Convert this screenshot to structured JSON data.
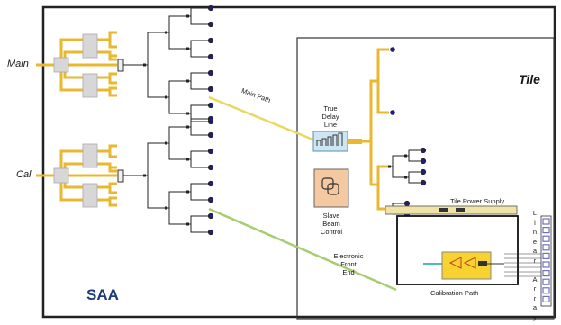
{
  "labels": {
    "main": "Main",
    "cal": "Cal",
    "main_path": "Main Path",
    "tile": "Tile",
    "true_delay_line": [
      "True",
      "Delay",
      "Line"
    ],
    "slave_beam_control": [
      "Slave",
      "Beam",
      "Control"
    ],
    "tile_power_supply": "Tile Power Supply",
    "electronic_front_end": [
      "Electronic",
      "Front",
      "End"
    ],
    "calibration_path": "Calibration Path",
    "linear_array": "Linear Array",
    "saa": "SAA"
  },
  "colors": {
    "feed_line": "#e8b830",
    "main_path_line": "#e8d860",
    "cal_path_line": "#a8cc70",
    "tree_line": "#222222",
    "endpoint": "#1f1f7a",
    "splitter_box": "#d7d7d7",
    "beam_control_fill": "#f4c8a0",
    "delay_line_fill": "#cde6f2",
    "frontend_fill": "#f7d230",
    "array_element": "#7070c0"
  }
}
